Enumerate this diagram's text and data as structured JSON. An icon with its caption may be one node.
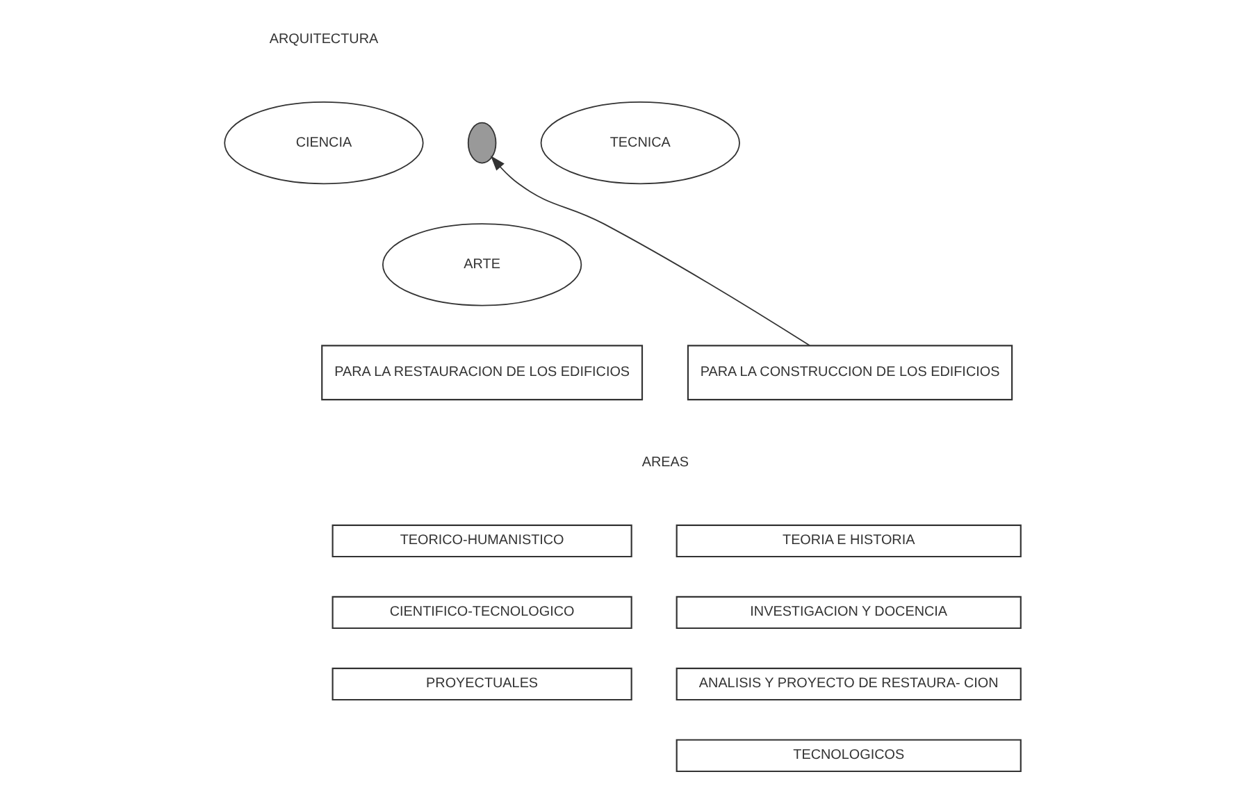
{
  "diagram": {
    "nodes": [
      {
        "text": [
          "CIENCIA"
        ]
      },
      {
        "text": [],
        "shape": "ellipse"
      },
      {
        "text": [
          "TECNICA"
        ]
      },
      {
        "text": [
          "ARTE"
        ]
      },
      {
        "text": [
          "PARA LA CONSTRUCCION DE LOS EDIFICIOS"
        ]
      },
      {
        "text": [
          "PARA LA RESTAURACION DE LOS EDIFICIOS"
        ]
      },
      {
        "text": [
          "TEORICO-HUMANISTICO"
        ]
      },
      {
        "text": [
          "CIENTIFICO-TECNOLOGICO"
        ]
      },
      {
        "text": [
          "PROYECTUALES"
        ]
      },
      {
        "text": [
          "TEORIA E HISTORIA"
        ]
      },
      {
        "text": [
          "INVESTIGACION Y DOCENCIA"
        ]
      },
      {
        "text": [
          "ANALISIS Y PROYECTO DE RESTAURA- CION"
        ]
      },
      {
        "text": [
          "TECNOLOGICOS"
        ]
      }
    ],
    "edges": [
      {
        "from": 4,
        "to": 1,
        "arrow": "to"
      }
    ],
    "labels": [
      "ARQUITECTURA",
      "AREAS"
    ]
  }
}
